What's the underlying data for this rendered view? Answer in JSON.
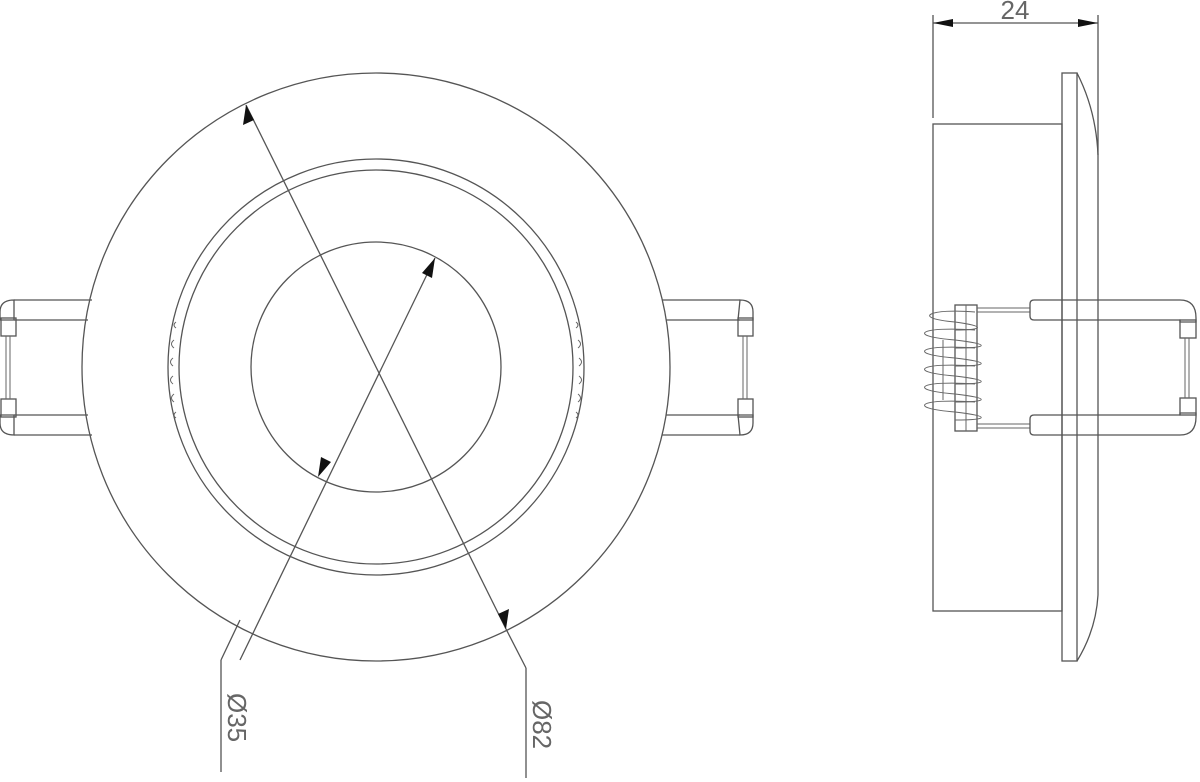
{
  "drawing": {
    "type": "technical drawing",
    "subject": "recessed downlight with spring clips",
    "views": [
      {
        "name": "front-view"
      },
      {
        "name": "side-view"
      }
    ]
  },
  "dimensions": {
    "depth": {
      "label": "24"
    },
    "cutout_diameter": {
      "label": "Ø35"
    },
    "outer_diameter": {
      "label": "Ø82"
    }
  },
  "colors": {
    "line": "#555555",
    "arrow": "#111111",
    "text": "#666666",
    "background": "#ffffff"
  }
}
